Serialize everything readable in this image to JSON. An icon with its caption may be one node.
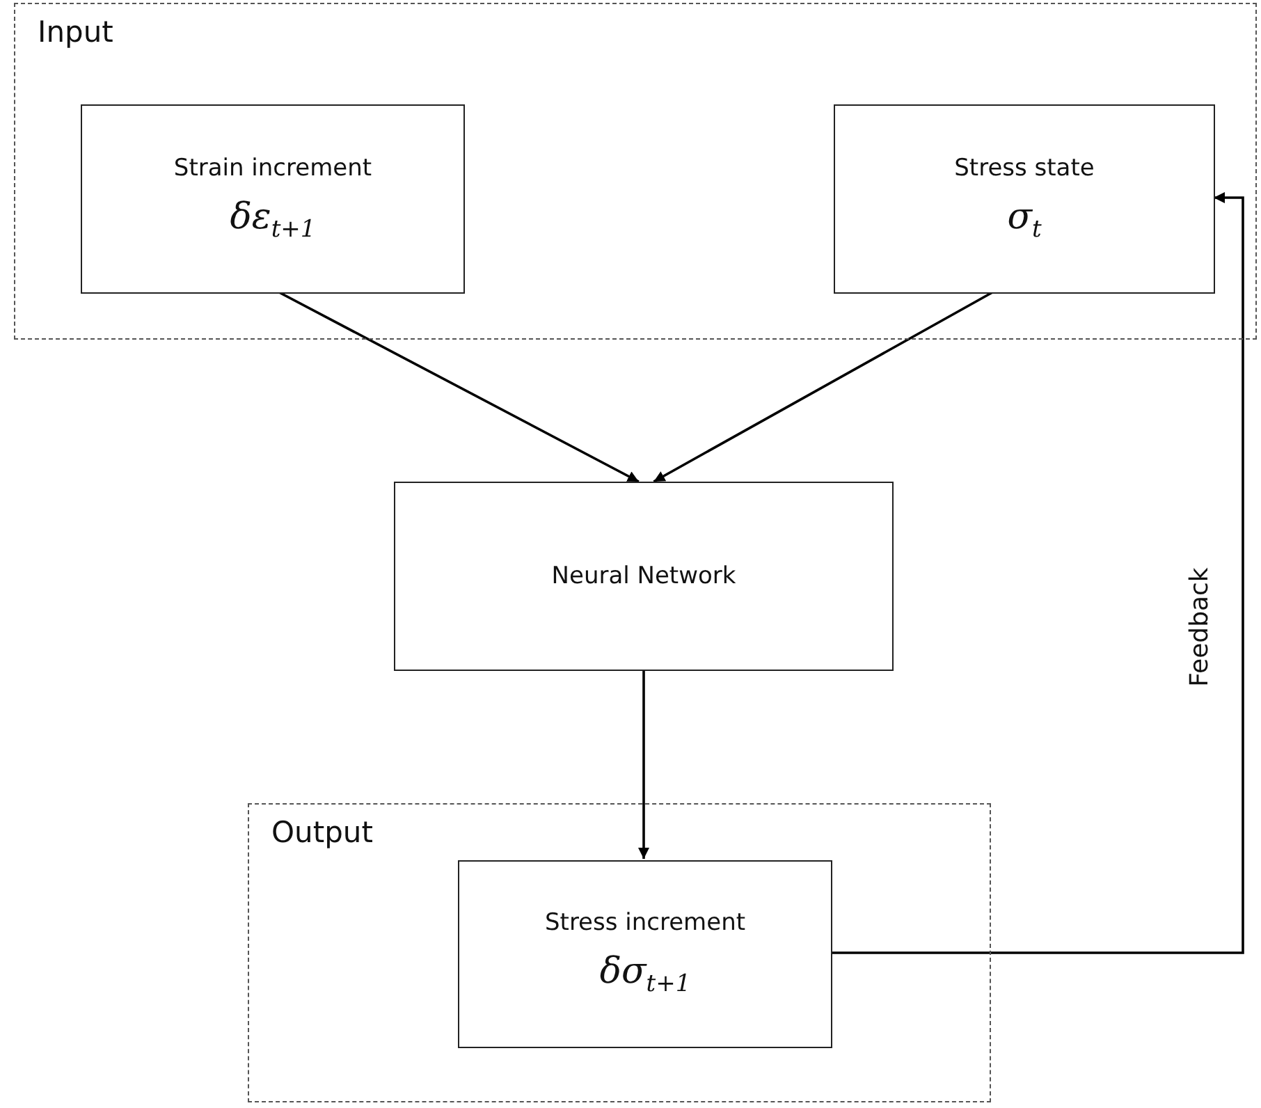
{
  "diagram": {
    "nodes": [
      {
        "text": [
          "Input"
        ]
      },
      {
        "text": [
          "Strain increment",
          "δε$_{t+1}$"
        ],
        "in": 0
      },
      {
        "text": [
          "Stress state",
          "σ$_{t}$"
        ],
        "in": 0
      },
      {
        "text": [
          "Neural Network"
        ]
      },
      {
        "text": [
          "Output"
        ]
      },
      {
        "text": [
          "Stress increment",
          "δσ$_{t+1}$"
        ],
        "in": 4
      }
    ],
    "edges": [
      {
        "from": 1,
        "to": 3,
        "arrow": "to"
      },
      {
        "from": 2,
        "to": 3,
        "arrow": "to"
      },
      {
        "from": 3,
        "to": 5,
        "arrow": "to"
      },
      {
        "from": 5,
        "to": 2,
        "arrow": "to",
        "label": "Feedback"
      }
    ]
  }
}
